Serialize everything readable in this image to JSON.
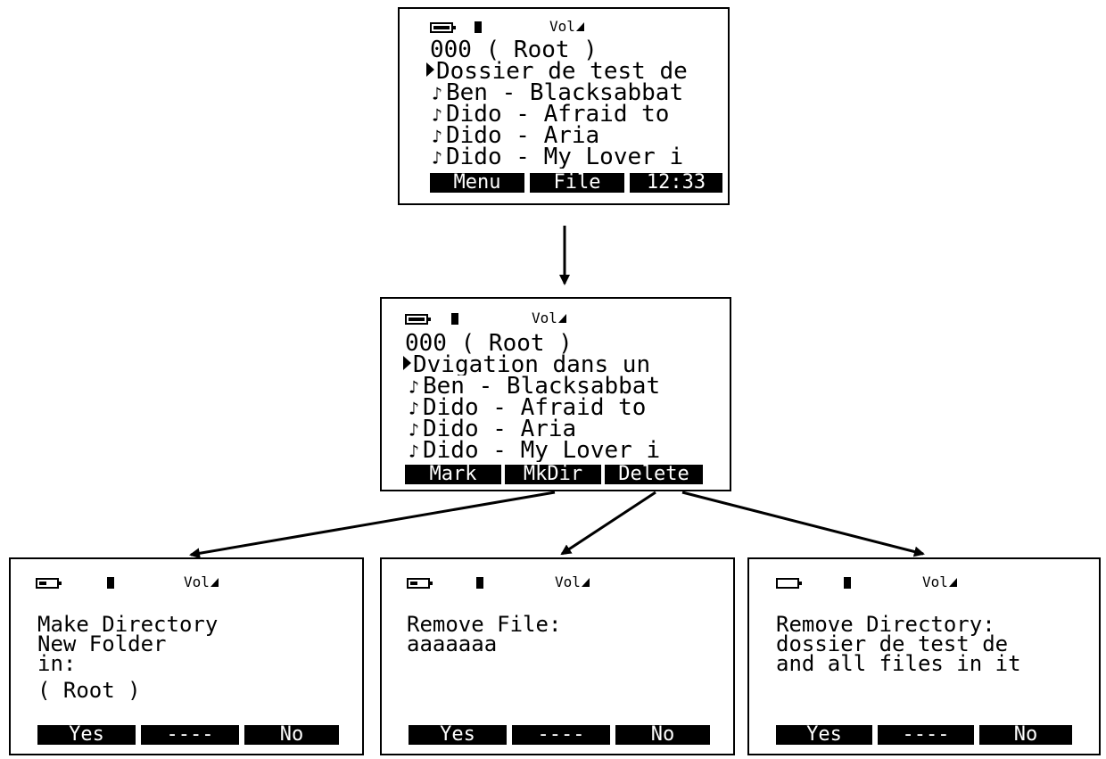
{
  "screens": {
    "top": {
      "vol_label": "Vol",
      "path_line": "000 ( Root )",
      "selected_item": "Dossier de test de",
      "items": [
        "Ben - Blacksabbat",
        "Dido - Afraid to",
        "Dido - Aria",
        "Dido - My Lover i"
      ],
      "softkeys": [
        "Menu",
        "File",
        "12:33"
      ]
    },
    "middle": {
      "vol_label": "Vol",
      "path_line": "000 ( Root )",
      "selected_item": "Dvigation dans un",
      "items": [
        "Ben - Blacksabbat",
        "Dido - Afraid to",
        "Dido - Aria",
        "Dido - My Lover i"
      ],
      "softkeys": [
        "Mark",
        "MkDir",
        "Delete"
      ]
    },
    "make_dir": {
      "vol_label": "Vol",
      "lines": [
        "Make Directory",
        "New Folder",
        "in:",
        "( Root )"
      ],
      "softkeys": [
        "Yes",
        "----",
        "No"
      ]
    },
    "remove_file": {
      "vol_label": "Vol",
      "lines": [
        "Remove File:",
        "aaaaaaa"
      ],
      "softkeys": [
        "Yes",
        "----",
        "No"
      ]
    },
    "remove_dir": {
      "vol_label": "Vol",
      "lines": [
        "Remove Directory:",
        "dossier de test de",
        "and all files in it"
      ],
      "softkeys": [
        "Yes",
        "----",
        "No"
      ]
    }
  }
}
